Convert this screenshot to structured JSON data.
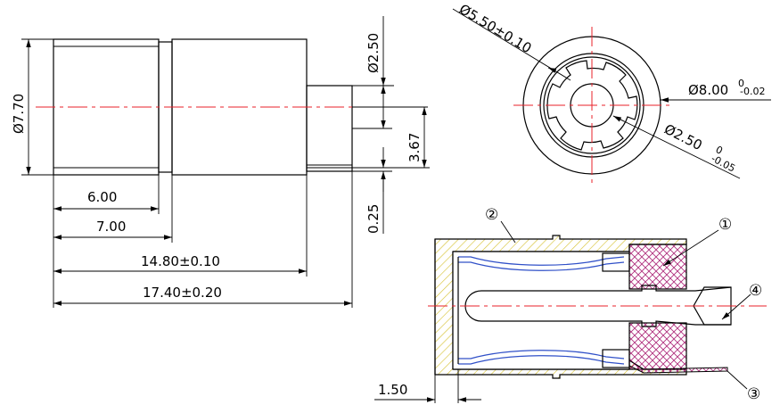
{
  "dims": {
    "body_dia": "Ø7.70",
    "pin_dia": "Ø2.50",
    "len_3_67": "3.67",
    "len_0_25": "0.25",
    "len_6": "6.00",
    "len_7": "7.00",
    "len_14_8": "14.80±0.10",
    "len_17_4": "17.40±0.20",
    "len_1_5": "1.50",
    "dia_5_5": "Ø5.50±0.10",
    "dia_8_base": "Ø8.00",
    "dia_8_upper": "0",
    "dia_8_lower": "-0.02",
    "dia_2_5_base": "Ø2.50",
    "dia_2_5_upper": "0",
    "dia_2_5_lower": "-0.05"
  },
  "balloons": [
    "①",
    "②",
    "③",
    "④"
  ],
  "colors": {
    "centerline": "#e8202a",
    "hatch_body": "#d8c43a",
    "hatch_insulator": "#b0307e",
    "spring": "#3050c8",
    "outline": "#000000"
  }
}
